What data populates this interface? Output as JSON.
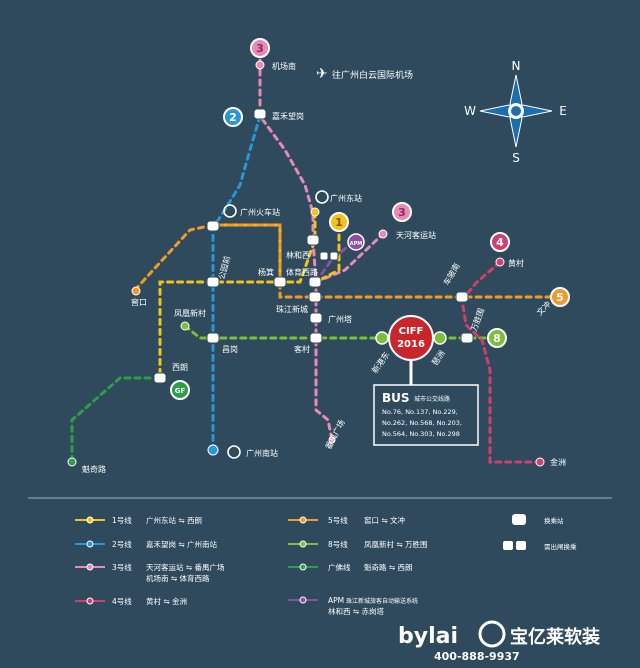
{
  "colors": {
    "background": "#2e4a5c",
    "line1": "#f2c31b",
    "line2": "#2b96d3",
    "line3": "#e78ab7",
    "line4": "#d23f6f",
    "line5": "#f19a2a",
    "line8": "#7cbf3a",
    "gf": "#2f9e4a",
    "apm": "#8b4fa6",
    "ciff": "#c9262c",
    "compass": "#1a6fb0"
  },
  "compass": {
    "n": "N",
    "s": "S",
    "e": "E",
    "w": "W"
  },
  "airport_note": "往广州白云国际机场",
  "line_badges": {
    "b3top": "3",
    "b2": "2",
    "b1": "1",
    "b3thk": "3",
    "b4": "4",
    "b5": "5",
    "b8": "8",
    "gf": "GF",
    "apm": "APM"
  },
  "stations": {
    "jichangnan": "机场南",
    "jiahewanggang": "嘉禾望岗",
    "guangzhoudong": "广州东站",
    "guangzhouhuoche": "广州火车站",
    "tianhekeyun": "天河客运站",
    "linhexi": "林和西",
    "tiyuxilu": "体育西路",
    "yangji": "杨箕",
    "gongyuanqian": "公园前",
    "kengkou": "窖口",
    "zhujiangxincheng": "珠江新城",
    "guangzhouta": "广州塔",
    "fenghuangxincun": "凤凰新村",
    "changgang": "昌岗",
    "kecun": "客村",
    "xilang": "西朗",
    "kuiqilu": "魁奇路",
    "guangzhounan": "广州南站",
    "panyuguangchang": "番禺广场",
    "xingangdong": "新港东",
    "pazhou": "琶洲",
    "wanshengwei": "万胜围",
    "chebeinan": "车陂南",
    "huangcun": "黄村",
    "wenchong": "文冲",
    "jinzhou": "金洲"
  },
  "ciff": {
    "title": "CIFF",
    "year": "2016"
  },
  "bus": {
    "title": "BUS",
    "subtitle": "城市公交线路",
    "routes": [
      "No.76, No.137, No.229,",
      "No.262, No.568, No.203,",
      "No.564, No.303, No.298"
    ]
  },
  "legend": {
    "l1_name": "1号线",
    "l1_route": "广州东站 ⇋ 西朗",
    "l2_name": "2号线",
    "l2_route": "嘉禾望岗 ⇋ 广州南站",
    "l3_name": "3号线",
    "l3_route1": "天河客运站 ⇋ 番禺广场",
    "l3_route2": "机场南 ⇋ 体育西路",
    "l4_name": "4号线",
    "l4_route": "黄村 ⇋ 金洲",
    "l5_name": "5号线",
    "l5_route": "窖口 ⇋ 文冲",
    "l8_name": "8号线",
    "l8_route": "凤凰新村 ⇋ 万胜围",
    "gf_name": "广佛线",
    "gf_route": "魁奇路 ⇋ 西朗",
    "apm_name": "APM",
    "apm_desc": "珠江新城旅客自动输送系统",
    "apm_route": "林和西 ⇋ 赤岗塔",
    "transfer": "换乘站",
    "outside": "需出闸换乘"
  },
  "brand": {
    "name": "bylai",
    "cn": "宝亿莱软装",
    "phone": "400-888-9937"
  }
}
